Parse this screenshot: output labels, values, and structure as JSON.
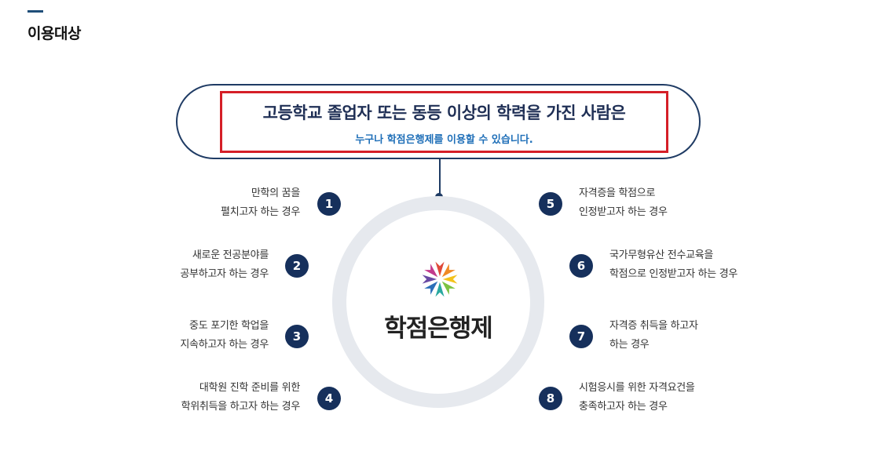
{
  "section": {
    "title": "이용대상"
  },
  "headline": {
    "main": "고등학교 졸업자 또는 동등 이상의 학력을 가진 사람은",
    "sub": "누구나 학점은행제를 이용할 수 있습니다."
  },
  "center": {
    "logo_text": "학점은행제",
    "logo_icon": "flower-logo-icon"
  },
  "items": [
    {
      "number": "1",
      "line1": "만학의 꿈을",
      "line2": "펼치고자 하는 경우"
    },
    {
      "number": "2",
      "line1": "새로운 전공분야를",
      "line2": "공부하고자 하는 경우"
    },
    {
      "number": "3",
      "line1": "중도 포기한 학업을",
      "line2": "지속하고자 하는 경우"
    },
    {
      "number": "4",
      "line1": "대학원 진학 준비를 위한",
      "line2": "학위취득을 하고자 하는 경우"
    },
    {
      "number": "5",
      "line1": "자격증을 학점으로",
      "line2": "인정받고자 하는 경우"
    },
    {
      "number": "6",
      "line1": "국가무형유산 전수교육을",
      "line2": "학점으로 인정받고자 하는 경우"
    },
    {
      "number": "7",
      "line1": "자격증 취득을 하고자",
      "line2": "하는 경우"
    },
    {
      "number": "8",
      "line1": "시험응시를 위한 자격요건을",
      "line2": "충족하고자 하는 경우"
    }
  ],
  "colors": {
    "navy": "#16305c",
    "accent_red": "#d51f27",
    "sub_blue": "#1f6fb8",
    "ring_gray": "#e6e9ee"
  }
}
